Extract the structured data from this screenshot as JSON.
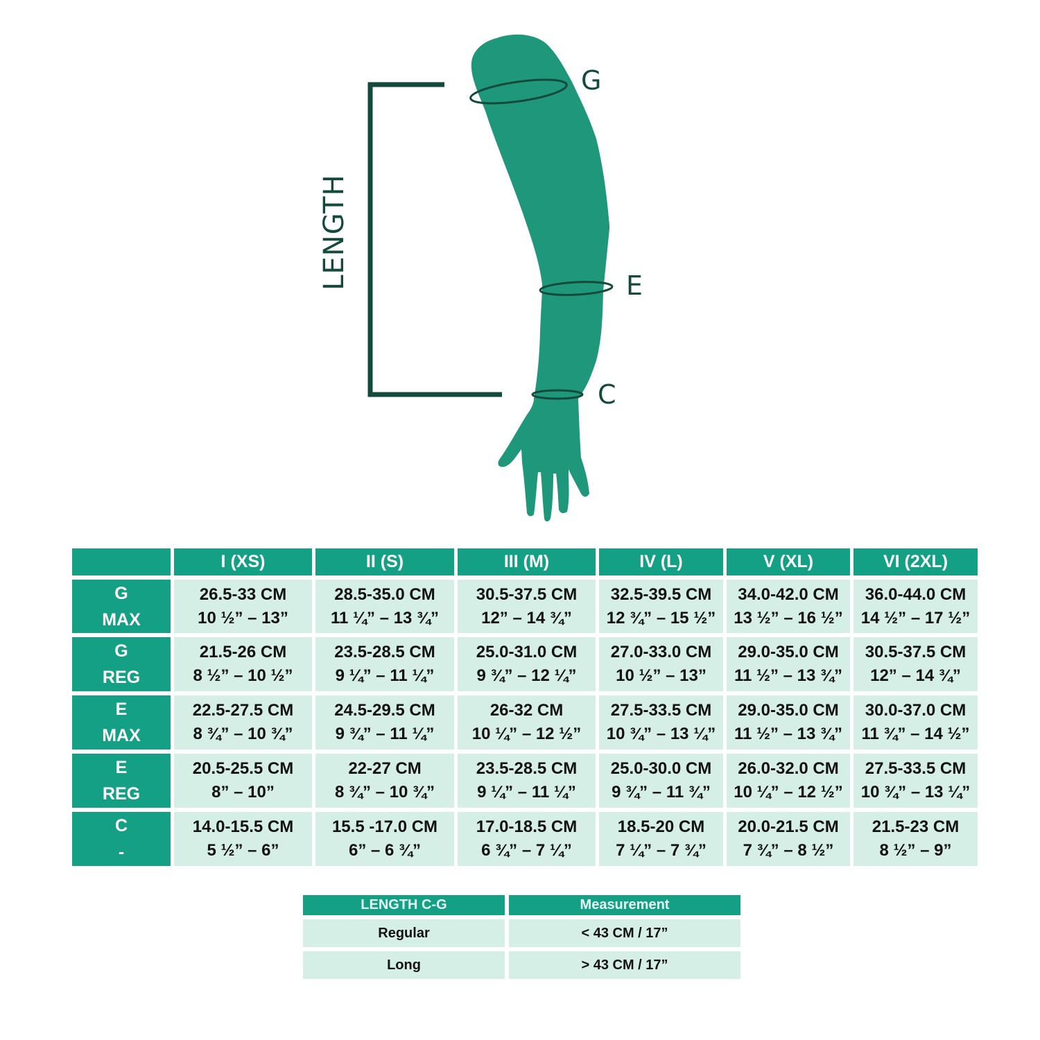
{
  "diagram": {
    "length_label": "LENGTH",
    "points": [
      {
        "id": "G",
        "label": "G"
      },
      {
        "id": "E",
        "label": "E"
      },
      {
        "id": "C",
        "label": "C"
      }
    ],
    "colors": {
      "arm": "#1f977b",
      "line": "#144a3c"
    }
  },
  "size_table": {
    "corner": "",
    "columns": [
      "I (XS)",
      "II (S)",
      "III (M)",
      "IV (L)",
      "V (XL)",
      "VI (2XL)"
    ],
    "rows": [
      {
        "label_top": "G",
        "label_bottom": "MAX",
        "cells": [
          {
            "cm": "26.5-33 CM",
            "inch": "10 ½” – 13”"
          },
          {
            "cm": "28.5-35.0 CM",
            "inch": "11 ¼” – 13 ¾”"
          },
          {
            "cm": "30.5-37.5 CM",
            "inch": "12” – 14 ¾”"
          },
          {
            "cm": "32.5-39.5 CM",
            "inch": "12 ¾” – 15 ½”"
          },
          {
            "cm": "34.0-42.0 CM",
            "inch": "13 ½” – 16 ½”"
          },
          {
            "cm": "36.0-44.0 CM",
            "inch": "14 ½” – 17 ½”"
          }
        ]
      },
      {
        "label_top": "G",
        "label_bottom": "REG",
        "cells": [
          {
            "cm": "21.5-26 CM",
            "inch": "8 ½” – 10 ½”"
          },
          {
            "cm": "23.5-28.5 CM",
            "inch": "9 ¼” – 11 ¼”"
          },
          {
            "cm": "25.0-31.0 CM",
            "inch": "9 ¾” – 12 ¼”"
          },
          {
            "cm": "27.0-33.0 CM",
            "inch": "10 ½” – 13”"
          },
          {
            "cm": "29.0-35.0 CM",
            "inch": "11 ½” – 13 ¾”"
          },
          {
            "cm": "30.5-37.5 CM",
            "inch": "12” – 14 ¾”"
          }
        ]
      },
      {
        "label_top": "E",
        "label_bottom": "MAX",
        "cells": [
          {
            "cm": "22.5-27.5 CM",
            "inch": "8 ¾” – 10 ¾”"
          },
          {
            "cm": "24.5-29.5 CM",
            "inch": "9 ¾” – 11 ¼”"
          },
          {
            "cm": "26-32 CM",
            "inch": "10 ¼” – 12 ½”"
          },
          {
            "cm": "27.5-33.5 CM",
            "inch": "10 ¾” – 13 ¼”"
          },
          {
            "cm": "29.0-35.0 CM",
            "inch": "11 ½” – 13 ¾”"
          },
          {
            "cm": "30.0-37.0 CM",
            "inch": "11 ¾” – 14 ½”"
          }
        ]
      },
      {
        "label_top": "E",
        "label_bottom": "REG",
        "cells": [
          {
            "cm": "20.5-25.5 CM",
            "inch": "8” – 10”"
          },
          {
            "cm": "22-27 CM",
            "inch": "8 ¾” – 10 ¾”"
          },
          {
            "cm": "23.5-28.5 CM",
            "inch": "9 ¼” – 11 ¼”"
          },
          {
            "cm": "25.0-30.0 CM",
            "inch": "9 ¾” – 11 ¾”"
          },
          {
            "cm": "26.0-32.0 CM",
            "inch": "10 ¼” – 12 ½”"
          },
          {
            "cm": "27.5-33.5 CM",
            "inch": "10 ¾” – 13 ¼”"
          }
        ]
      },
      {
        "label_top": "C",
        "label_bottom": "-",
        "cells": [
          {
            "cm": "14.0-15.5 CM",
            "inch": "5 ½” – 6”"
          },
          {
            "cm": "15.5 -17.0 CM",
            "inch": "6” – 6 ¾”"
          },
          {
            "cm": "17.0-18.5 CM",
            "inch": "6 ¾” – 7 ¼”"
          },
          {
            "cm": "18.5-20 CM",
            "inch": "7 ¼” – 7 ¾”"
          },
          {
            "cm": "20.0-21.5 CM",
            "inch": "7 ¾” – 8 ½”"
          },
          {
            "cm": "21.5-23 CM",
            "inch": "8 ½” – 9”"
          }
        ]
      }
    ],
    "colors": {
      "header_bg": "#14a085",
      "cell_bg": "#d6efe6",
      "header_text": "#ffffff",
      "cell_text": "#111111"
    }
  },
  "length_table": {
    "headers": [
      "LENGTH C-G",
      "Measurement"
    ],
    "rows": [
      {
        "type": "Regular",
        "measurement": "< 43 CM / 17”"
      },
      {
        "type": "Long",
        "measurement": "> 43 CM / 17”"
      }
    ]
  }
}
